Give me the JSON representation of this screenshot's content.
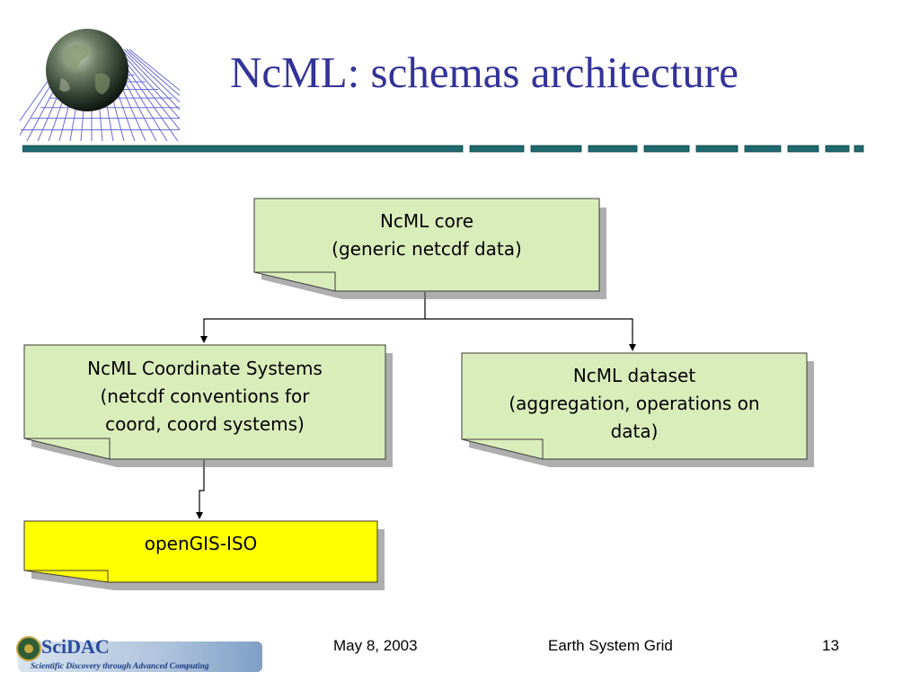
{
  "slide": {
    "title": "NcML: schemas architecture",
    "accent_color": "#1f6b70",
    "title_color": "#333399"
  },
  "diagram": {
    "nodes": [
      {
        "id": "core",
        "lines": [
          "NcML core",
          "(generic netcdf data)"
        ],
        "fill": "#d9edbb"
      },
      {
        "id": "coord",
        "lines": [
          "NcML Coordinate Systems",
          "(netcdf conventions for",
          "coord, coord systems)"
        ],
        "fill": "#d9edbb"
      },
      {
        "id": "dataset",
        "lines": [
          "NcML dataset",
          "(aggregation, operations on",
          "data)"
        ],
        "fill": "#d9edbb"
      },
      {
        "id": "opengis",
        "lines": [
          "openGIS-ISO"
        ],
        "fill": "#ffff00"
      }
    ],
    "edges": [
      {
        "from": "core",
        "to": "coord"
      },
      {
        "from": "core",
        "to": "dataset"
      },
      {
        "from": "coord",
        "to": "opengis"
      }
    ]
  },
  "footer": {
    "logo_name": "SciDAC",
    "logo_tagline": "Scientific Discovery through Advanced Computing",
    "date": "May 8, 2003",
    "center": "Earth System Grid",
    "page_number": "13"
  }
}
